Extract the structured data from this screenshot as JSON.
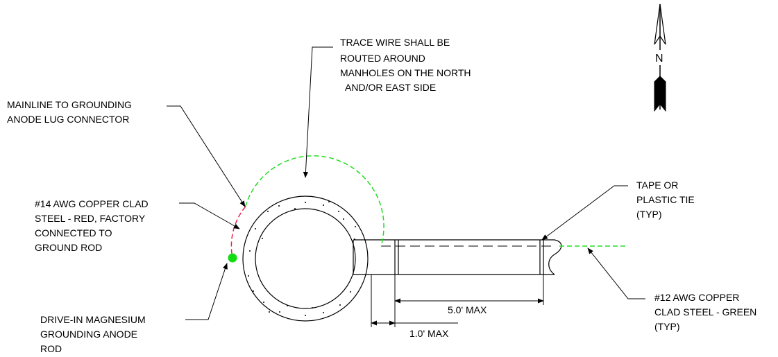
{
  "notes": {
    "trace_wire": [
      "TRACE WIRE SHALL BE",
      "ROUTED AROUND",
      "MANHOLES ON THE NORTH",
      "AND/OR EAST SIDE"
    ],
    "mainline": [
      "MAINLINE TO GROUNDING",
      "ANODE LUG CONNECTOR"
    ],
    "awg14": [
      "#14 AWG COPPER CLAD",
      "STEEL - RED, FACTORY",
      "CONNECTED TO",
      "GROUND ROD"
    ],
    "drive_in": [
      "DRIVE-IN MAGNESIUM",
      "GROUNDING ANODE",
      "ROD"
    ],
    "tape": [
      "TAPE OR",
      "PLASTIC TIE",
      "(TYP)"
    ],
    "awg12": [
      "#12 AWG COPPER",
      "CLAD STEEL - GREEN",
      "(TYP)"
    ]
  },
  "dimensions": {
    "five_max": "5.0' MAX",
    "one_max": "1.0' MAX"
  },
  "north_arrow": {
    "label": "N"
  },
  "colors": {
    "line": "#000000",
    "green_wire": "#22dd22",
    "red_wire": "#e8204a",
    "anode": "#11dd11"
  }
}
